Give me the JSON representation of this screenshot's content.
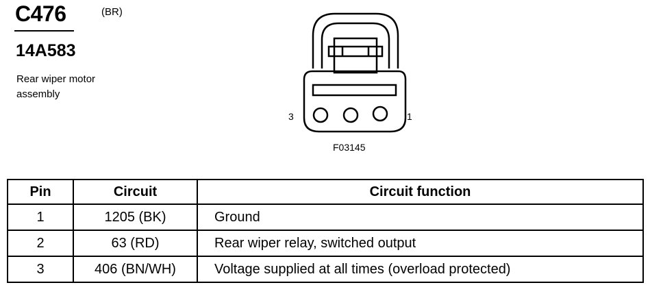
{
  "connector": {
    "id": "C476",
    "color_code": "(BR)",
    "part_number": "14A583",
    "description": "Rear wiper motor assembly"
  },
  "diagram": {
    "pin_left_label": "3",
    "pin_right_label": "1",
    "figure_code": "F03145"
  },
  "table": {
    "headers": {
      "pin": "Pin",
      "circuit": "Circuit",
      "function": "Circuit function"
    },
    "rows": [
      {
        "pin": "1",
        "circuit": "1205 (BK)",
        "function": "Ground"
      },
      {
        "pin": "2",
        "circuit": "63 (RD)",
        "function": "Rear wiper relay, switched output"
      },
      {
        "pin": "3",
        "circuit": "406 (BN/WH)",
        "function": "Voltage supplied at all times (overload protected)"
      }
    ]
  }
}
